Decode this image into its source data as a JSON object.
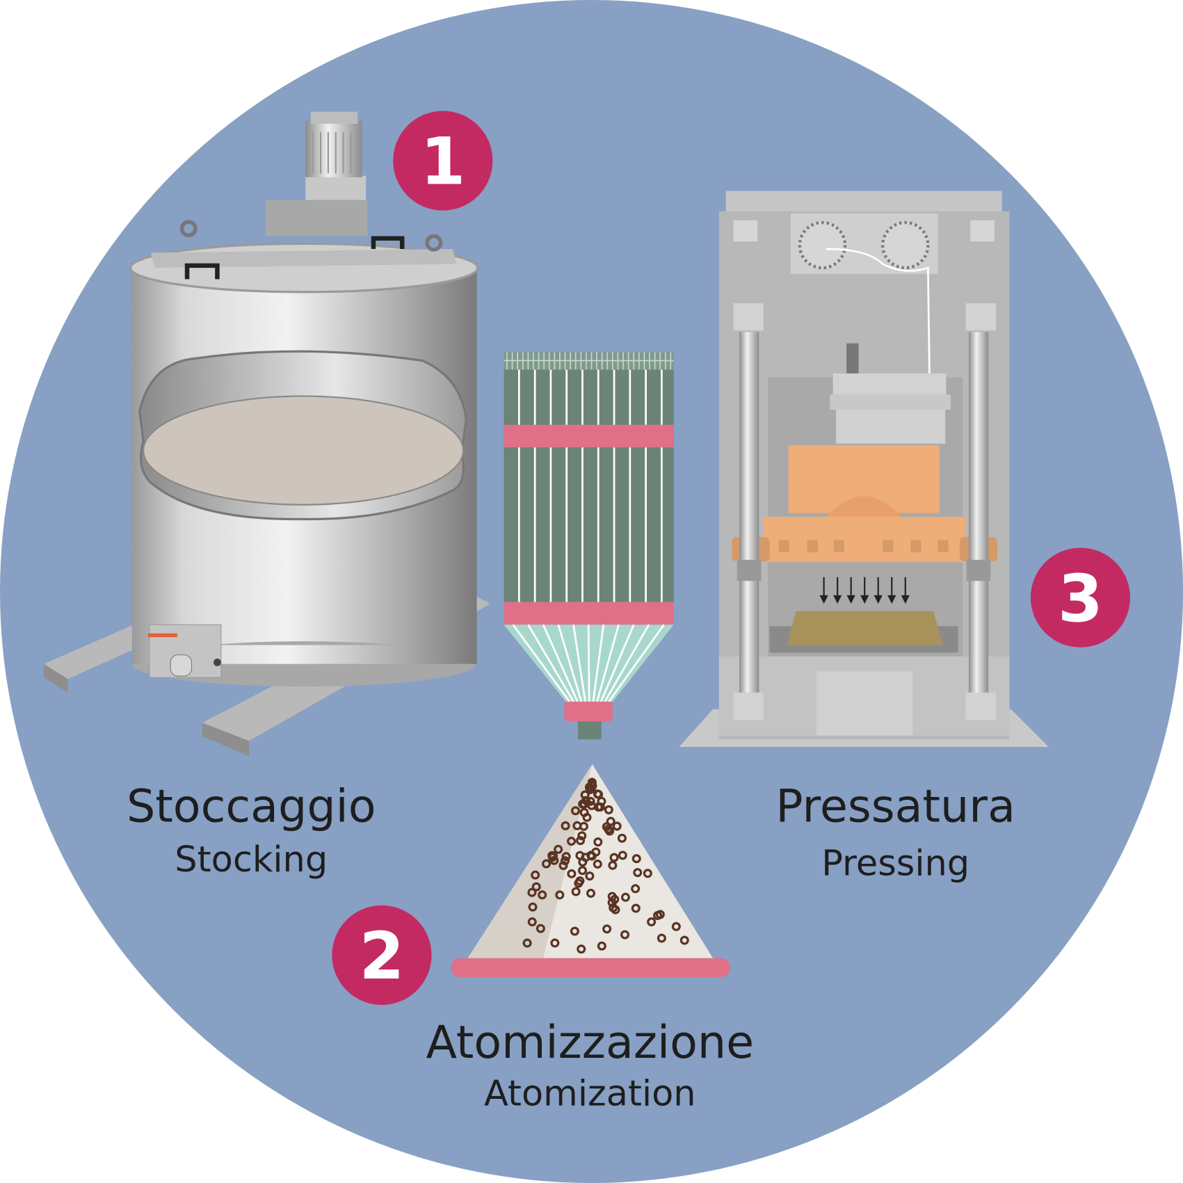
{
  "colors": {
    "background_circle": "#87a0c4",
    "badge": "#c42a62",
    "pink_band": "#e07088",
    "atomizer_green": "#6a8478",
    "mold_orange": "#efad78",
    "slurry": "#cdc4bc"
  },
  "steps": [
    {
      "number": "1",
      "title": "Stoccaggio",
      "subtitle": "Stocking",
      "icon": "storage-tank-icon"
    },
    {
      "number": "2",
      "title": "Atomizzazione",
      "subtitle": "Atomization",
      "icon": "spray-dryer-icon"
    },
    {
      "number": "3",
      "title": "Pressatura",
      "subtitle": "Pressing",
      "icon": "hydraulic-press-icon"
    }
  ]
}
